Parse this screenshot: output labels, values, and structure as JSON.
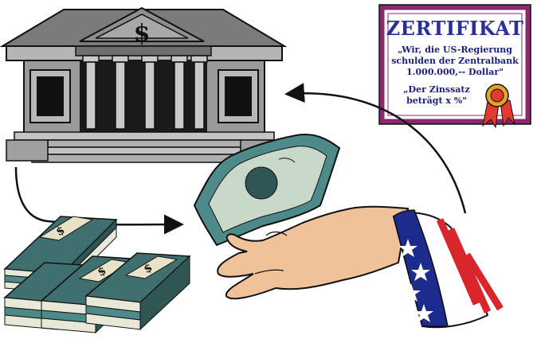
{
  "certificate": {
    "title": "ZERTIFIKAT",
    "lines": [
      "„Wir, die US-Regierung",
      "schulden der Zentralbank",
      "1.000.000,-- Dollar\"",
      "„Der Zinssatz",
      "beträgt x %\""
    ],
    "border_color": "#8a2a6e",
    "title_color": "#2a2f9a"
  },
  "bank": {
    "sign": "$",
    "stone_color": "#9a9a9a"
  },
  "money": {
    "bill_sign": "$",
    "note_color": "#4f8a8a"
  },
  "icons": [
    "bank-building-icon",
    "certificate-icon",
    "ribbon-seal-icon",
    "money-stack-icon",
    "dollar-bill-icon",
    "hand-icon",
    "flag-sleeve-icon",
    "arrow-icon"
  ]
}
